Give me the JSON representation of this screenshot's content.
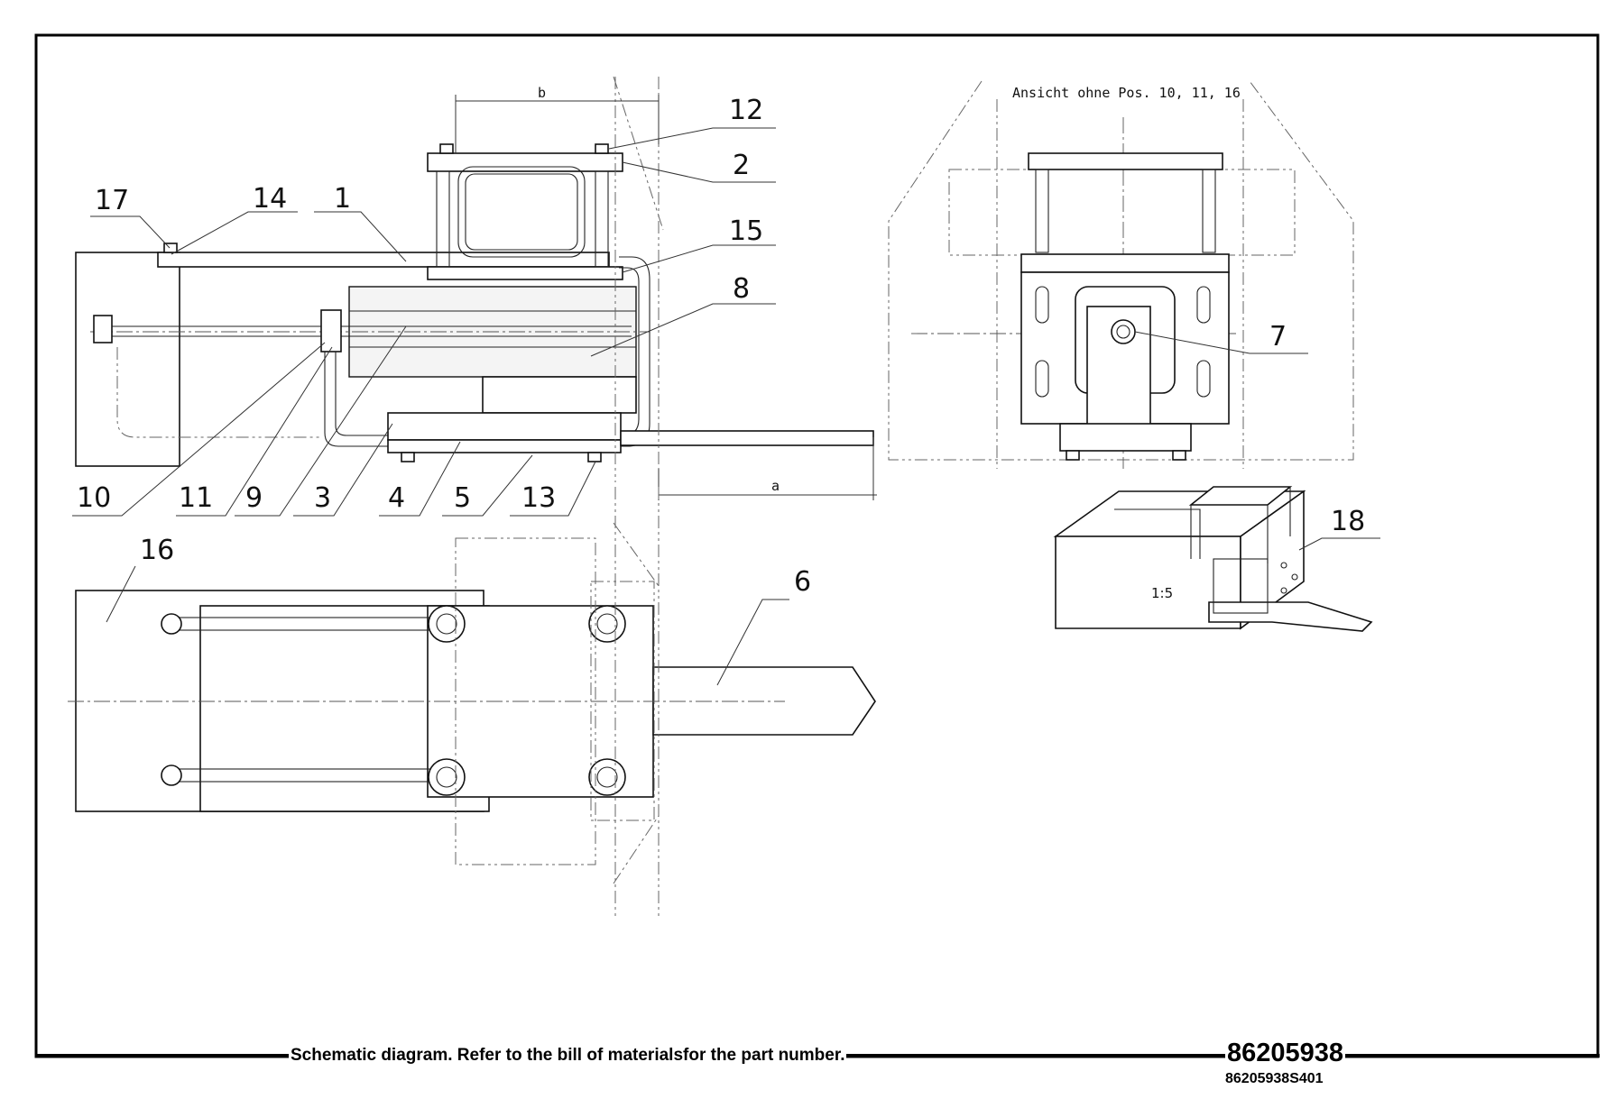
{
  "drawing": {
    "caption": "Schematic diagram. Refer to the bill of materialsfor the part number.",
    "part_number": "86205938",
    "sheet_id": "86205938S401",
    "view_note": "Ansicht ohne Pos. 10, 11, 16",
    "scale_label": "1:5",
    "dimensions": {
      "a": "a",
      "b": "b"
    },
    "callouts": [
      "1",
      "2",
      "3",
      "4",
      "5",
      "6",
      "7",
      "8",
      "9",
      "10",
      "11",
      "12",
      "13",
      "14",
      "15",
      "16",
      "17",
      "18"
    ]
  }
}
